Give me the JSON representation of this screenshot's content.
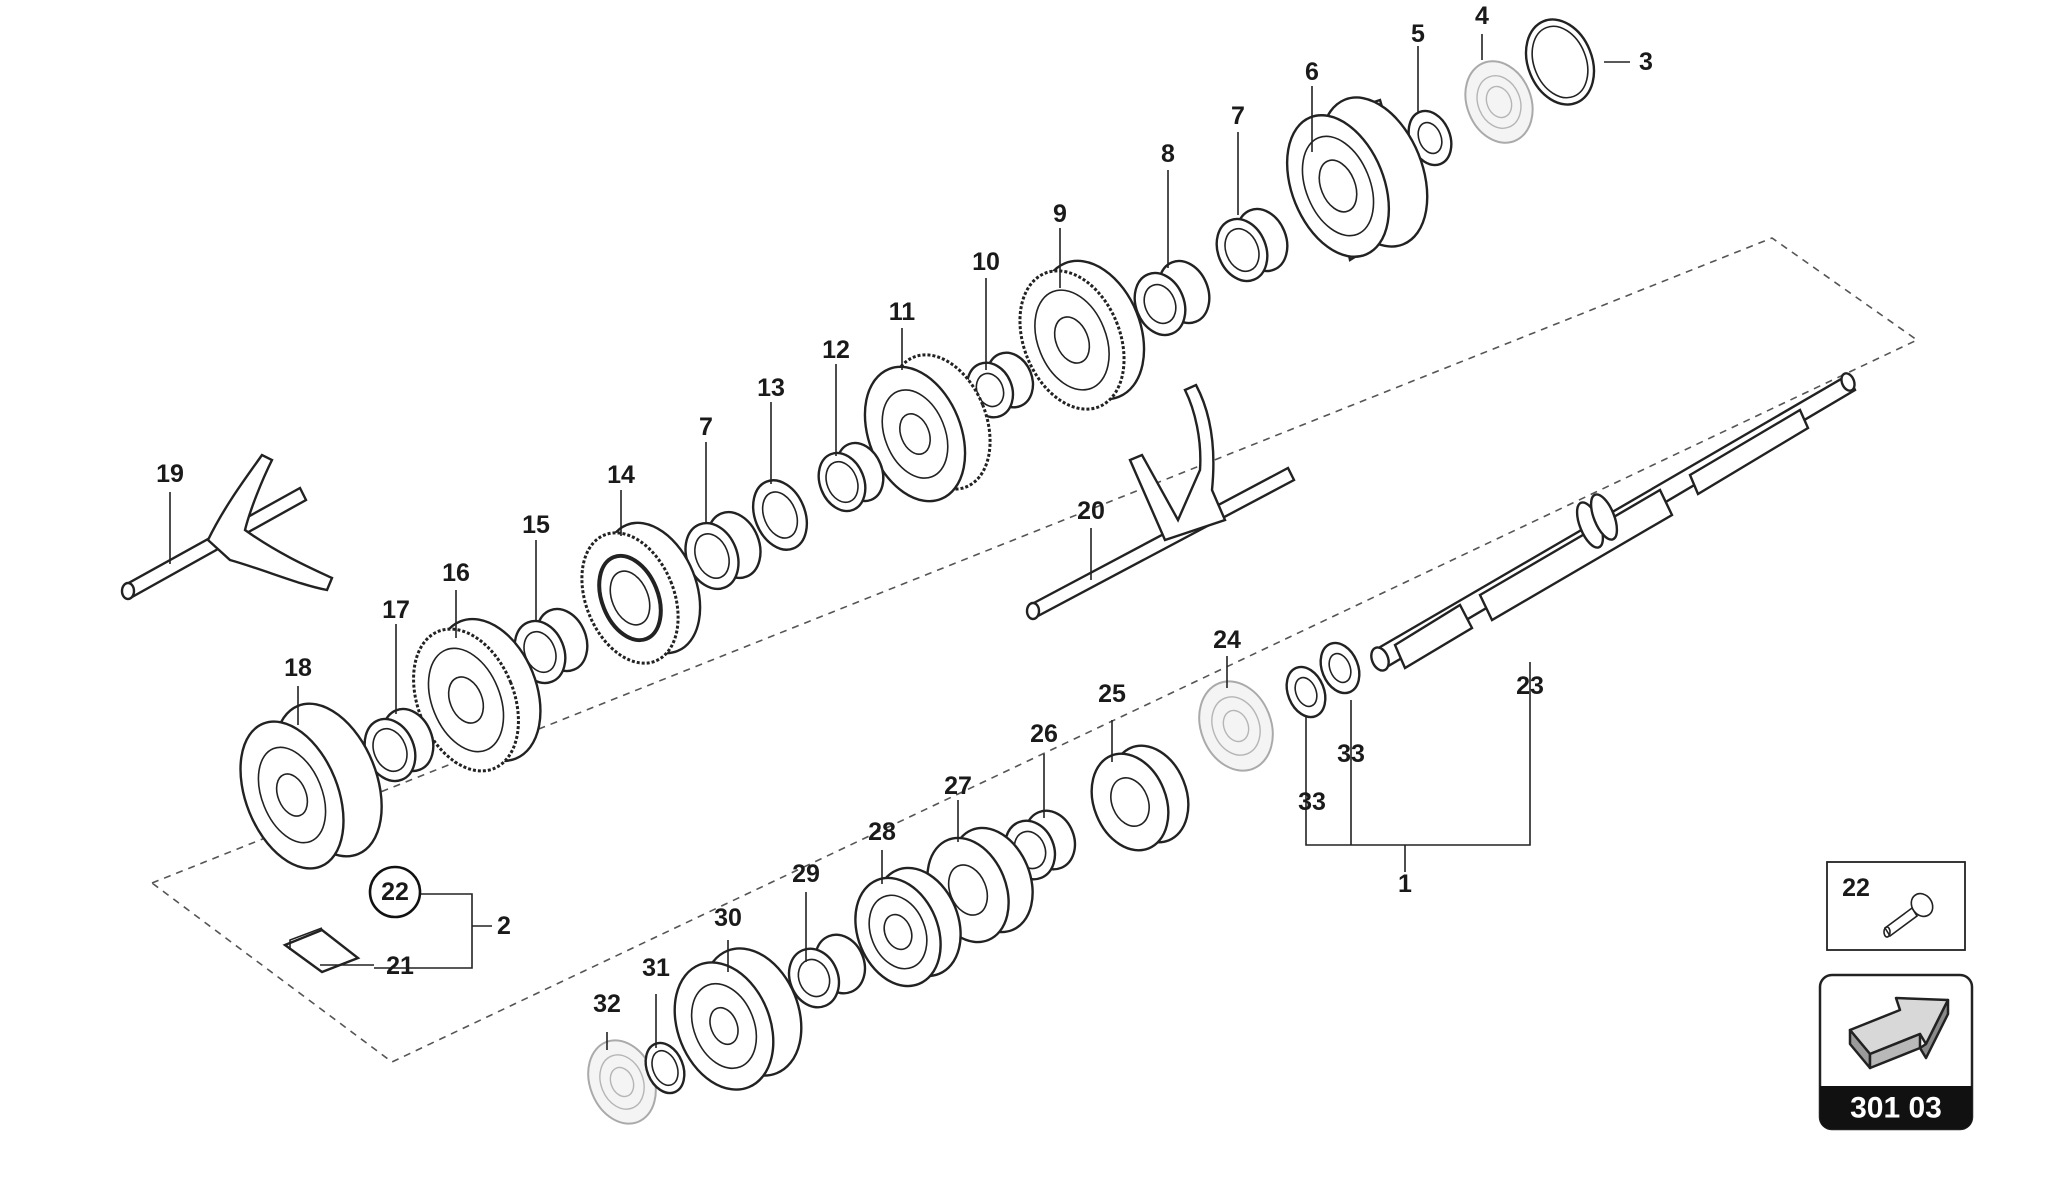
{
  "diagram": {
    "type": "exploded parts view",
    "labels": {
      "l1": "1",
      "l2": "2",
      "l3": "3",
      "l4": "4",
      "l5": "5",
      "l6": "6",
      "l7a": "7",
      "l7b": "7",
      "l8": "8",
      "l9": "9",
      "l10": "10",
      "l11": "11",
      "l12": "12",
      "l13": "13",
      "l14": "14",
      "l15": "15",
      "l16": "16",
      "l17": "17",
      "l18": "18",
      "l19": "19",
      "l20": "20",
      "l21": "21",
      "l22": "22",
      "l23": "23",
      "l24": "24",
      "l25": "25",
      "l26": "26",
      "l27": "27",
      "l28": "28",
      "l29": "29",
      "l30": "30",
      "l31": "31",
      "l32": "32",
      "l33a": "33",
      "l33b": "33"
    },
    "detail_box": {
      "label": "22"
    },
    "nav_box": {
      "page_ref": "301 03",
      "icon": "arrow-up-right-icon"
    }
  }
}
